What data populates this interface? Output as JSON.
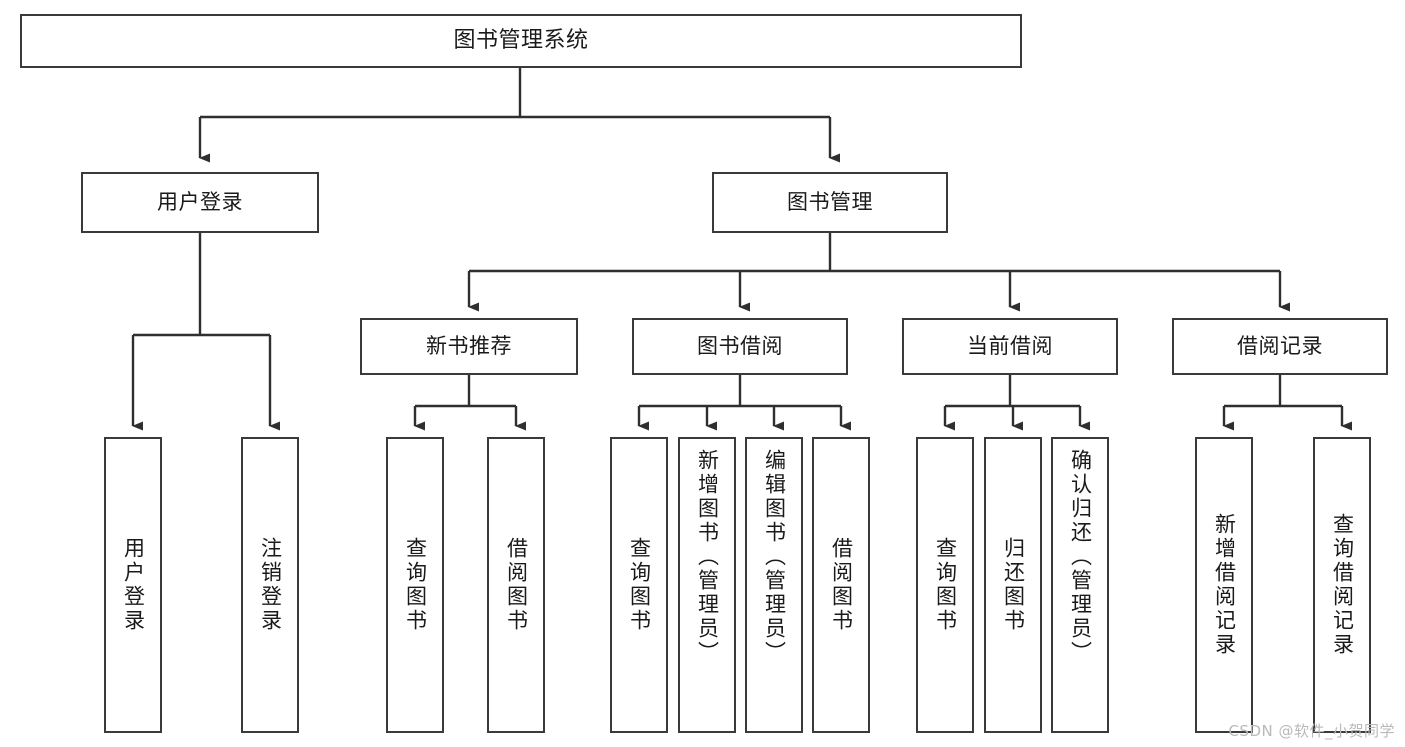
{
  "diagram": {
    "title": "图书管理系统",
    "type": "tree-hierarchy",
    "colors": {
      "box_border": "#3a3a3a",
      "box_fill": "#ffffff",
      "connector": "#2f2f2f",
      "text": "#1a1a1a",
      "watermark": "#b9b9b9",
      "background": "#ffffff"
    },
    "root": {
      "label": "图书管理系统"
    },
    "level2": [
      {
        "label": "用户登录"
      },
      {
        "label": "图书管理"
      }
    ],
    "level3": [
      {
        "label": "新书推荐"
      },
      {
        "label": "图书借阅"
      },
      {
        "label": "当前借阅"
      },
      {
        "label": "借阅记录"
      }
    ],
    "leaves": {
      "user_login": [
        {
          "label": "用户登录"
        },
        {
          "label": "注销登录"
        }
      ],
      "new_book": [
        {
          "label": "查询图书"
        },
        {
          "label": "借阅图书"
        }
      ],
      "book_borrow": [
        {
          "label": "查询图书"
        },
        {
          "label": "新增图书（管理员）"
        },
        {
          "label": "编辑图书（管理员）"
        },
        {
          "label": "借阅图书"
        }
      ],
      "current_borrow": [
        {
          "label": "查询图书"
        },
        {
          "label": "归还图书"
        },
        {
          "label": "确认归还（管理员）"
        }
      ],
      "borrow_record": [
        {
          "label": "新增借阅记录"
        },
        {
          "label": "查询借阅记录"
        }
      ]
    }
  },
  "watermark": {
    "text": "CSDN @软件_小贺同学"
  }
}
